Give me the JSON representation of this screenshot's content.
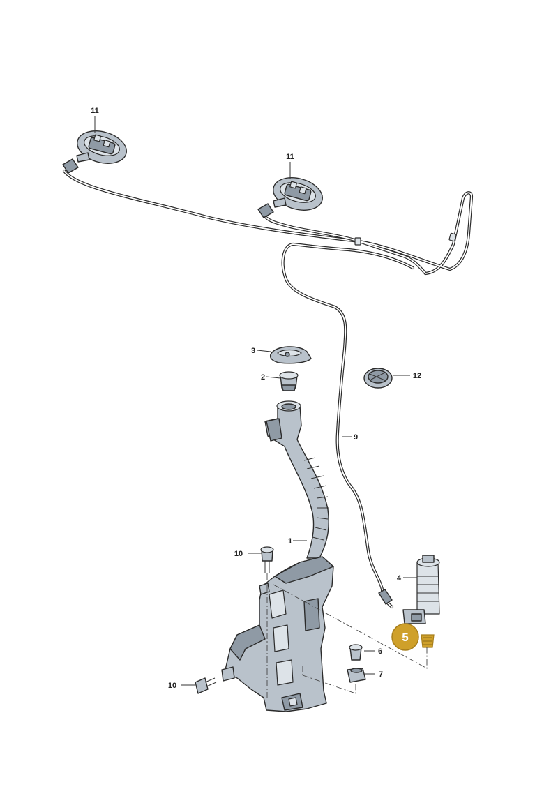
{
  "labels": {
    "l1": "1",
    "l2": "2",
    "l3": "3",
    "l4": "4",
    "l5": "5",
    "l6": "6",
    "l7": "7",
    "l9": "9",
    "l10a": "10",
    "l10b": "10",
    "l11a": "11",
    "l11b": "11",
    "l12": "12"
  },
  "highlight_color": "#cfa02a"
}
